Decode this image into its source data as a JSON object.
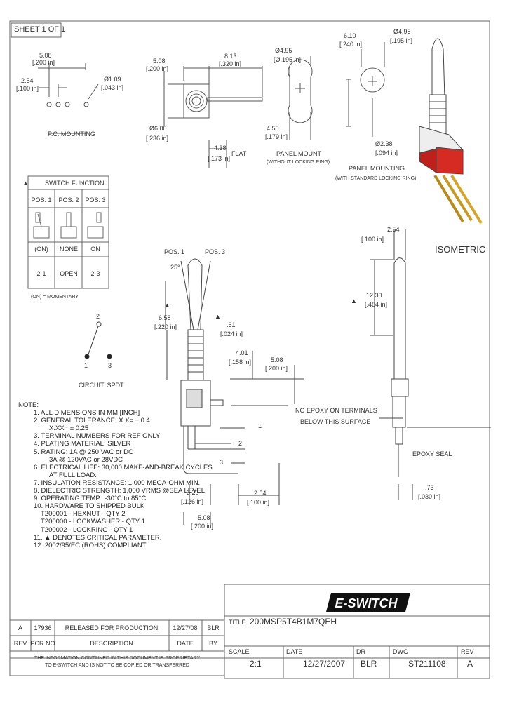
{
  "sheet_label": "SHEET 1 OF 1",
  "pc_mounting": {
    "dim_span": "5.08",
    "dim_span_in": "[.200 in]",
    "dim_pitch": "2.54",
    "dim_pitch_in": "[.100 in]",
    "dim_hole": "Ø1.09",
    "dim_hole_in": "[.043 in]",
    "caption": "P.C. MOUNTING"
  },
  "front_view": {
    "dim_width": "5.08",
    "dim_width_in": "[.200 in]",
    "dim_length": "8.13",
    "dim_length_in": "[.320 in]",
    "dim_dia": "Ø6.00",
    "dim_dia_in": "[.236 in]",
    "dim_flat": "4.38",
    "dim_flat_in": "[.173 in]",
    "flat_label": "FLAT"
  },
  "panel_mount": {
    "dim_dia": "Ø4.95",
    "dim_dia_in": "[Ø.195 in]",
    "dim_flat": "4.55",
    "dim_flat_in": "[.179 in]",
    "caption": "PANEL MOUNT",
    "subcaption": "(WITHOUT LOCKING RING)"
  },
  "panel_mounting": {
    "dim_w": "6.10",
    "dim_w_in": "[.240 in]",
    "dim_dia": "Ø4.95",
    "dim_dia_in": "[.195 in]",
    "dim_small": "Ø2.38",
    "dim_small_in": "[.094 in]",
    "caption": "PANEL MOUNTING",
    "subcaption": "(WITH STANDARD LOCKING RING)"
  },
  "switch_function": {
    "title": "SWITCH FUNCTION",
    "positions": [
      "POS. 1",
      "POS. 2",
      "POS. 3"
    ],
    "states": [
      "(ON)",
      "NONE",
      "ON"
    ],
    "connections": [
      "2-1",
      "OPEN",
      "2-3"
    ],
    "footnote": "(ON) = MOMENTARY"
  },
  "circuit": {
    "pins": [
      "2",
      "1",
      "3"
    ],
    "caption": "CIRCUIT: SPDT"
  },
  "side_view": {
    "pos1": "POS. 1",
    "pos3": "POS. 3",
    "angle": "25°",
    "dim_a": "6.58",
    "dim_a_in": "[.220 in]",
    "dim_b": ".61",
    "dim_b_in": "[.024 in]",
    "dim_c": "4.01",
    "dim_c_in": "[.158 in]",
    "dim_d": "5.08",
    "dim_d_in": "[.200 in]",
    "dim_e": "3.20",
    "dim_e_in": "[.126 in]",
    "dim_f": "2.54",
    "dim_f_in": "[.100 in]",
    "dim_g": "5.08",
    "dim_g_in": "[.200 in]",
    "term1": "1",
    "term2": "2",
    "term3": "3"
  },
  "right_view": {
    "dim_a": "2.54",
    "dim_a_in": "[.100 in]",
    "dim_b": "12.30",
    "dim_b_in": "[.484 in]",
    "dim_c": ".73",
    "dim_c_in": "[.030 in]",
    "isometric": "ISOMETRIC",
    "epoxy_note_1": "NO EPOXY ON TERMINALS",
    "epoxy_note_2": "BELOW THIS SURFACE",
    "epoxy_seal": "EPOXY SEAL"
  },
  "notes": {
    "heading": "NOTE:",
    "lines": [
      "1. ALL DIMENSIONS IN MM [INCH]",
      "2. GENERAL TOLERANCE: X.X= ± 0.4",
      "X.XX= ± 0.25",
      "3. TERMINAL NUMBERS FOR REF ONLY",
      "4. PLATING MATERIAL: SILVER",
      "5. RATING: 1A @ 250 VAC or DC",
      "3A @ 120VAC or 28VDC",
      "6. ELECTRICAL LIFE: 30,000 MAKE-AND-BREAK CYCLES",
      "AT FULL LOAD.",
      "7. INSULATION RESISTANCE: 1,000 MEGA-OHM MIN.",
      "8. DIELECTRIC STRENGTH: 1,000 VRMS @SEA LEVEL",
      "9. OPERATING TEMP.: -30°C to 85°C",
      "10. HARDWARE TO SHIPPED BULK",
      "T200001 - HEXNUT - QTY 2",
      "T200000 - LOCKWASHER - QTY 1",
      "T200002 - LOCKRING - QTY 1",
      "11. ▲ DENOTES CRITICAL PARAMETER.",
      "12. 2002/95/EC (ROHS) COMPLIANT"
    ]
  },
  "title_block": {
    "logo": "E-SWITCH",
    "title_label": "TITLE",
    "title": "200MSP5T4B1M7QEH",
    "scale_label": "SCALE",
    "scale": "2:1",
    "date_label": "DATE",
    "date": "12/27/2007",
    "dr_label": "DR",
    "dr": "BLR",
    "dwg_label": "DWG",
    "dwg": "ST211108",
    "rev_label": "REV",
    "rev": "A"
  },
  "revision_block": {
    "rev": "A",
    "pcr": "17936",
    "description": "RELEASED FOR PRODUCTION",
    "date": "12/27/08",
    "by": "BLR",
    "headers": [
      "REV",
      "PCR NO",
      "DESCRIPTION",
      "DATE",
      "BY"
    ]
  },
  "proprietary": {
    "line1": "THE INFORMATION CONTAINED IN THIS DOCUMENT IS PROPRIETARY",
    "line2": "TO E-SWITCH AND IS NOT TO BE COPIED OR TRANSFERRED"
  }
}
